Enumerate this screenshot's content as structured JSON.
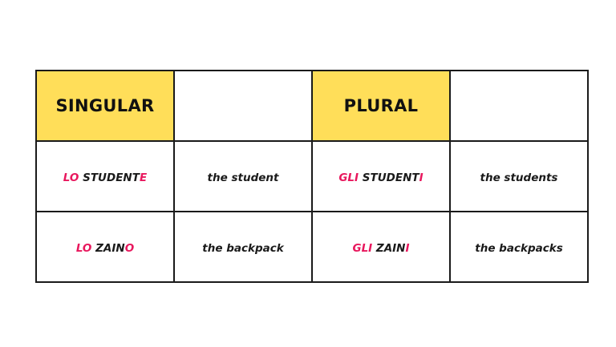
{
  "colors": {
    "header_bg": "#FFDE59",
    "accent": "#E8175D",
    "text": "#1a1a1a",
    "border": "#1a1a1a"
  },
  "table": {
    "header": {
      "singular": "SINGULAR",
      "singular_translation": "",
      "plural": "PLURAL",
      "plural_translation": ""
    },
    "rows": [
      {
        "singular": {
          "article": "LO",
          "stem": "STUDENT",
          "ending": "E"
        },
        "singular_translation": "the student",
        "plural": {
          "article": "GLI",
          "stem": "STUDENT",
          "ending": "I"
        },
        "plural_translation": "the students"
      },
      {
        "singular": {
          "article": "LO",
          "stem": "ZAIN",
          "ending": "O"
        },
        "singular_translation": "the backpack",
        "plural": {
          "article": "GLI",
          "stem": "ZAIN",
          "ending": "I"
        },
        "plural_translation": "the backpacks"
      }
    ]
  }
}
